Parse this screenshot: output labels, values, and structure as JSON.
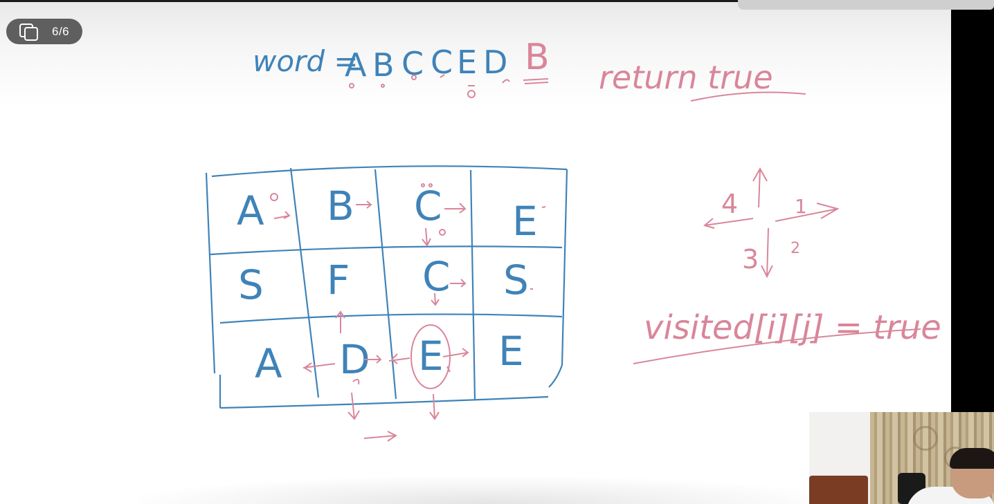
{
  "viewer": {
    "page_counter": "6/6",
    "pages_icon": "pages-stack-icon"
  },
  "whiteboard": {
    "word_label": "word =",
    "word_letters": [
      "A",
      "B",
      "C",
      "C",
      "E",
      "D"
    ],
    "word_extra_letter": "B",
    "return_note": "return true",
    "grid": [
      [
        "A",
        "B",
        "C",
        "E"
      ],
      [
        "S",
        "F",
        "C",
        "S"
      ],
      [
        "A",
        "D",
        "E",
        "E"
      ]
    ],
    "direction_labels": [
      "4",
      "1",
      "3",
      "2"
    ],
    "visited_note": "visited[i][j] = true"
  },
  "colors": {
    "ink_blue": "#3f83b8",
    "ink_pink": "#d9869a"
  },
  "webcam": {
    "label": "presenter-webcam"
  }
}
